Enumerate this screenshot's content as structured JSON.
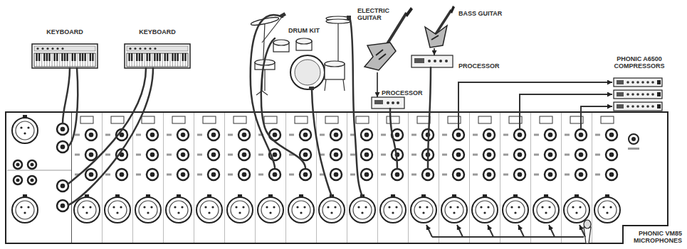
{
  "diagram": {
    "nodes": [
      {
        "text": [
          "KEYBOARD"
        ]
      },
      {
        "text": [
          "KEYBOARD"
        ]
      },
      {
        "text": [
          "DRUM KIT"
        ]
      },
      {
        "text": [
          "ELECTRIC GUITAR"
        ]
      },
      {
        "text": [
          "BASS GUITAR"
        ]
      },
      {
        "text": [
          "PROCESSOR"
        ]
      },
      {
        "text": [
          "PHONIC A6500 COMPRESSORS"
        ]
      },
      {
        "text": [
          "PROCESSOR"
        ]
      },
      {
        "text": [
          "PHONIC VM85 MICROPHONES"
        ]
      }
    ],
    "edges": [
      {
        "from": 3,
        "to": 7,
        "arrow": "to"
      },
      {
        "from": 4,
        "to": 5,
        "arrow": "to"
      }
    ]
  }
}
